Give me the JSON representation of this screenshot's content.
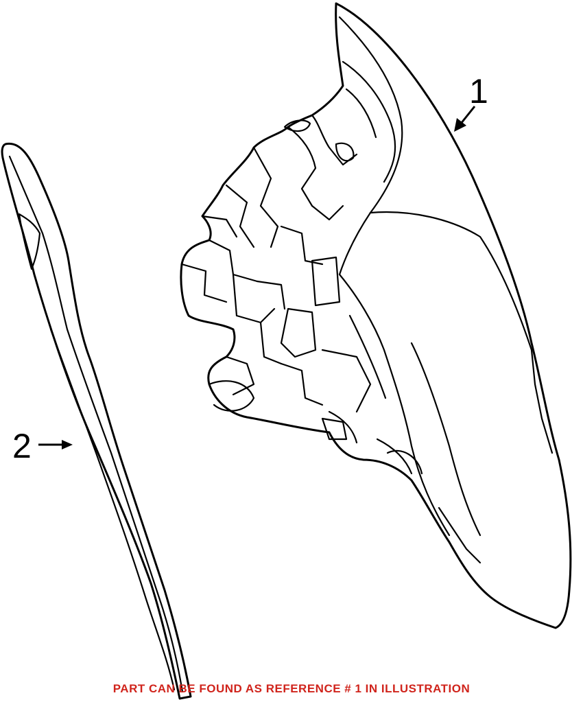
{
  "callouts": [
    {
      "number": "1"
    },
    {
      "number": "2"
    }
  ],
  "footer": {
    "note": "PART CAN BE FOUND AS REFERENCE # 1 IN ILLUSTRATION",
    "color": "#d0241c"
  },
  "colors": {
    "line": "#000000",
    "background": "#ffffff"
  }
}
